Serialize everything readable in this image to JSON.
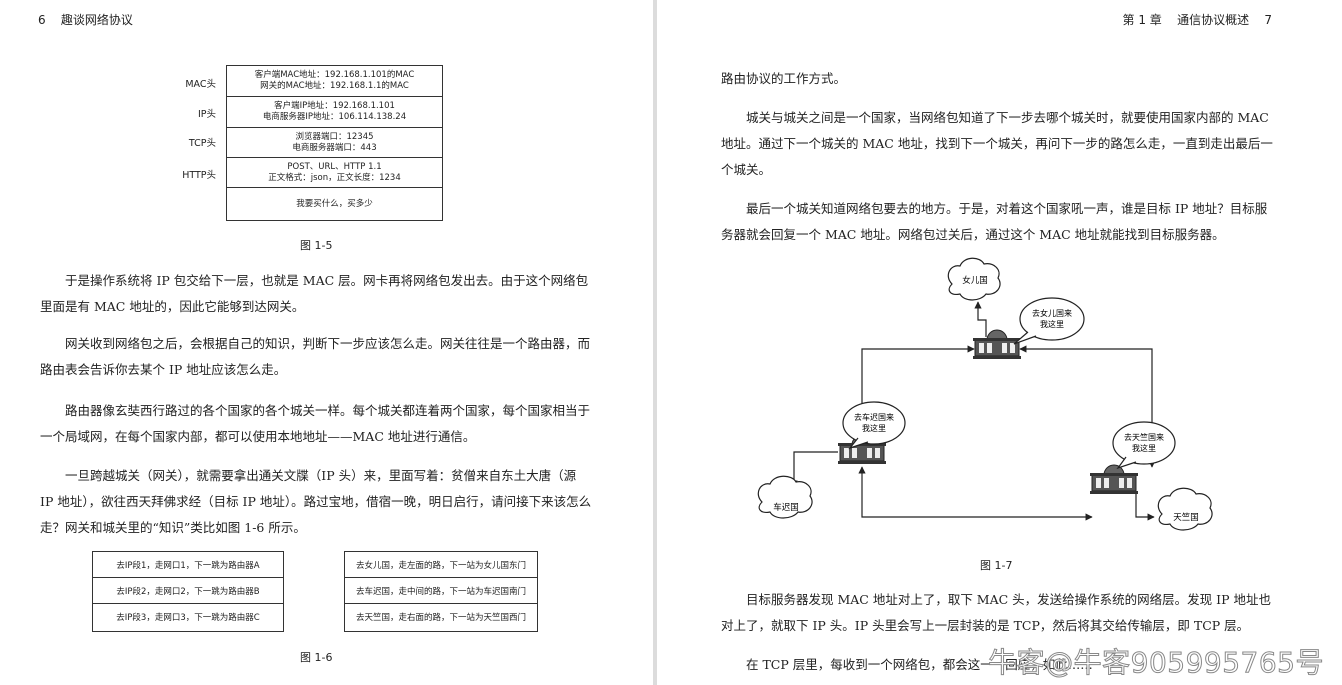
{
  "left_page": {
    "page_number": "6",
    "book_title": "趣谈网络协议",
    "figure_1_5": {
      "rows": [
        {
          "label": "MAC头",
          "lines": [
            "客户端MAC地址：192.168.1.101的MAC",
            "网关的MAC地址：192.168.1.1的MAC"
          ]
        },
        {
          "label": "IP头",
          "lines": [
            "客户端IP地址：192.168.1.101",
            "电商服务器IP地址：106.114.138.24"
          ]
        },
        {
          "label": "TCP头",
          "lines": [
            "浏览器端口：12345",
            "电商服务器端口：443"
          ]
        },
        {
          "label": "HTTP头",
          "lines": [
            "POST、URL、HTTP 1.1",
            "正文格式：json，正文长度：1234"
          ]
        },
        {
          "label": "",
          "lines": [
            "我要买什么，买多少"
          ]
        }
      ],
      "caption": "图 1-5"
    },
    "paragraphs": [
      "于是操作系统将 IP 包交给下一层，也就是 MAC 层。网卡再将网络包发出去。由于这个网络包里面是有 MAC 地址的，因此它能够到达网关。",
      "网关收到网络包之后，会根据自己的知识，判断下一步应该怎么走。网关往往是一个路由器，而路由表会告诉你去某个 IP 地址应该怎么走。",
      "路由器像玄奘西行路过的各个国家的各个城关一样。每个城关都连着两个国家，每个国家相当于一个局域网，在每个国家内部，都可以使用本地地址——MAC 地址进行通信。",
      "一旦跨越城关（网关），就需要拿出通关文牒（IP 头）来，里面写着：贫僧来自东土大唐（源 IP 地址），欲往西天拜佛求经（目标 IP 地址）。路过宝地，借宿一晚，明日启行，请问接下来该怎么走？网关和城关里的“知识”类比如图 1-6 所示。"
    ],
    "figure_1_6": {
      "left_table": [
        "去IP段1，走网口1，下一跳为路由器A",
        "去IP段2，走网口2，下一跳为路由器B",
        "去IP段3，走网口3，下一跳为路由器C"
      ],
      "right_table": [
        "去女儿国，走左面的路，下一站为女儿国东门",
        "去车迟国，走中间的路，下一站为车迟国南门",
        "去天竺国，走右面的路，下一站为天竺国西门"
      ],
      "caption": "图 1-6"
    }
  },
  "right_page": {
    "chapter": "第 1 章",
    "chapter_title": "通信协议概述",
    "page_number": "7",
    "paragraphs_top": [
      "路由协议的工作方式。",
      "城关与城关之间是一个国家，当网络包知道了下一步去哪个城关时，就要使用国家内部的 MAC 地址。通过下一个城关的 MAC 地址，找到下一个城关，再问下一步的路怎么走，一直到走出最后一个城关。",
      "最后一个城关知道网络包要去的地方。于是，对着这个国家吼一声，谁是目标 IP 地址？目标服务器就会回复一个 MAC 地址。网络包过关后，通过这个 MAC 地址就能找到目标服务器。"
    ],
    "figure_1_7": {
      "cloud_top": "女儿国",
      "cloud_left": "车迟国",
      "cloud_right": "天竺国",
      "bubble_top": [
        "去女儿国来",
        "我这里"
      ],
      "bubble_left": [
        "去车迟国来",
        "我这里"
      ],
      "bubble_right": [
        "去天竺国来",
        "我这里"
      ],
      "caption": "图 1-7"
    },
    "paragraphs_bottom": [
      "目标服务器发现 MAC 地址对上了，取下 MAC 头，发送给操作系统的网络层。发现 IP 地址也对上了，就取下 IP 头。IP 头里会写上一层封装的是 TCP，然后将其交给传输层，即 TCP 层。",
      "在 TCP 层里，每收到一个网络包，都会这一一回应，如此……"
    ]
  },
  "watermark": "牛客@牛客905995765号",
  "colors": {
    "page": "#ffffff",
    "gutter": "#dcdcdc",
    "text": "#222222"
  }
}
